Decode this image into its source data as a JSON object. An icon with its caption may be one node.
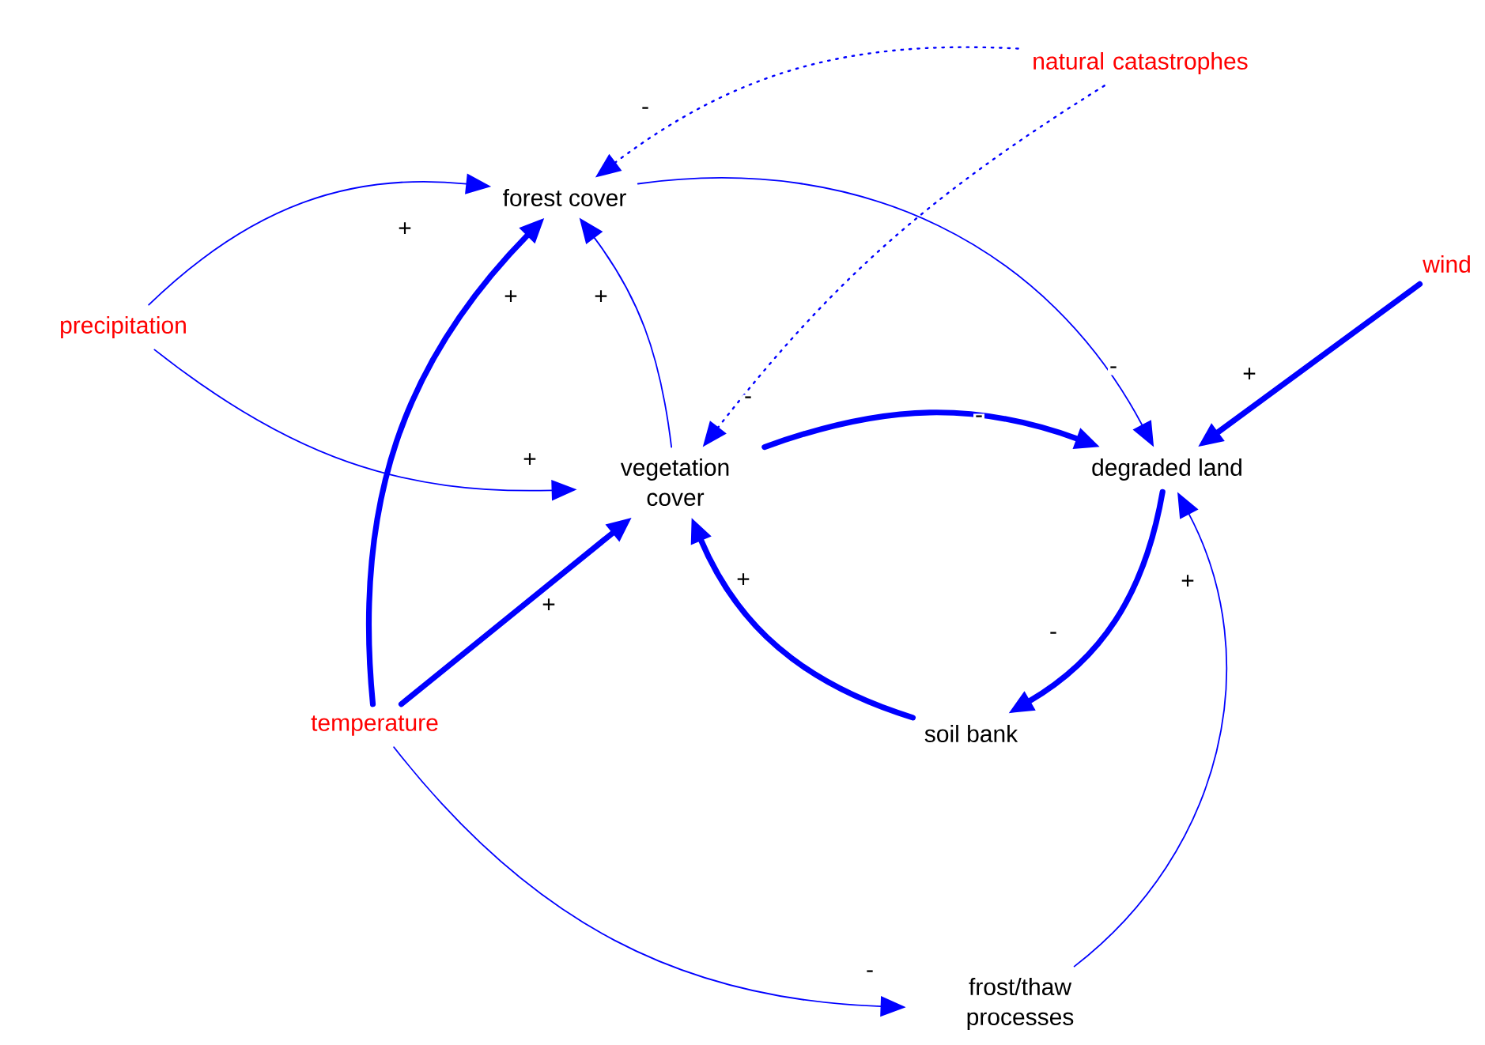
{
  "diagram": {
    "nodes": [
      {
        "text": [
          "forest cover"
        ]
      },
      {
        "text": [
          "natural catastrophes"
        ]
      },
      {
        "text": [
          "precipitation"
        ]
      },
      {
        "text": [
          "wind"
        ]
      },
      {
        "text": [
          "vegetation cover"
        ]
      },
      {
        "text": [
          "degraded land"
        ]
      },
      {
        "text": [
          "temperature"
        ]
      },
      {
        "text": [
          "soil bank"
        ]
      },
      {
        "text": [
          "frost/thaw processes"
        ]
      }
    ],
    "edges": [
      {
        "from": 1,
        "to": 0,
        "arrow": "to",
        "label": "-",
        "style": "dashed"
      },
      {
        "from": 1,
        "to": 4,
        "arrow": "to",
        "label": "-",
        "style": "dashed"
      },
      {
        "from": 2,
        "to": 0,
        "arrow": "to",
        "label": "+"
      },
      {
        "from": 2,
        "to": 4,
        "arrow": "to",
        "label": "+"
      },
      {
        "from": 6,
        "to": 0,
        "arrow": "to",
        "label": "+",
        "style": "thick"
      },
      {
        "from": 6,
        "to": 4,
        "arrow": "to",
        "label": "+",
        "style": "thick"
      },
      {
        "from": 4,
        "to": 0,
        "arrow": "to",
        "label": "+"
      },
      {
        "from": 0,
        "to": 5,
        "arrow": "to",
        "label": "-"
      },
      {
        "from": 4,
        "to": 5,
        "arrow": "to",
        "label": "-",
        "style": "thick"
      },
      {
        "from": 3,
        "to": 5,
        "arrow": "to",
        "label": "+",
        "style": "thick"
      },
      {
        "from": 5,
        "to": 7,
        "arrow": "to",
        "label": "-",
        "style": "thick"
      },
      {
        "from": 7,
        "to": 4,
        "arrow": "to",
        "label": "+",
        "style": "thick"
      },
      {
        "from": 6,
        "to": 8,
        "arrow": "to",
        "label": "-"
      },
      {
        "from": 8,
        "to": 5,
        "arrow": "to",
        "label": "+"
      }
    ]
  }
}
